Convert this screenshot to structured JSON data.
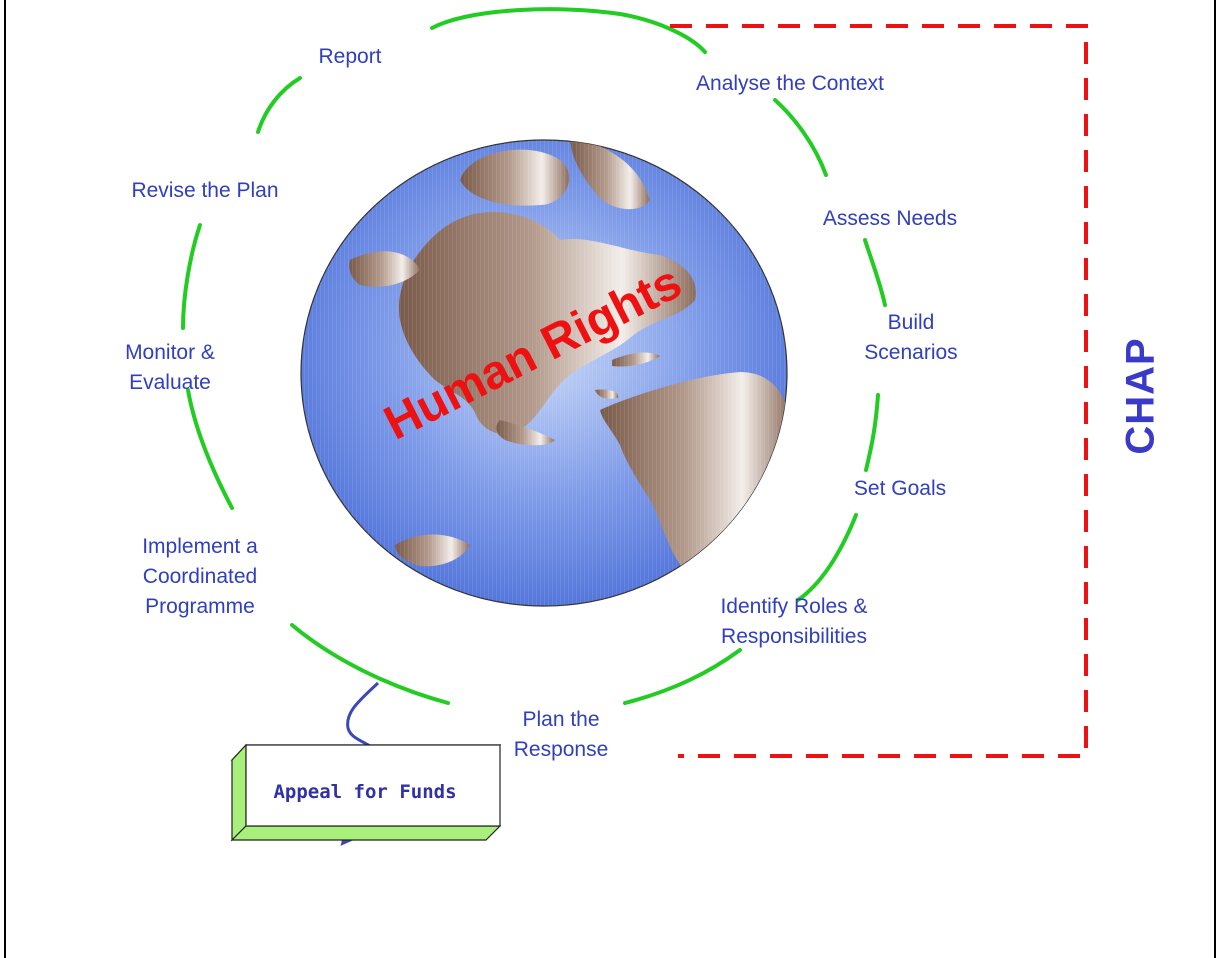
{
  "diagram": {
    "center_label": "Human Rights",
    "side_label": "CHAP",
    "cycle_steps": [
      {
        "lines": [
          "Report"
        ]
      },
      {
        "lines": [
          "Analyse the Context"
        ]
      },
      {
        "lines": [
          "Assess Needs"
        ]
      },
      {
        "lines": [
          "Build",
          "Scenarios"
        ]
      },
      {
        "lines": [
          "Set Goals"
        ]
      },
      {
        "lines": [
          "Identify Roles &",
          "Responsibilities"
        ]
      },
      {
        "lines": [
          "Plan the",
          "Response"
        ]
      },
      {
        "lines": [
          "Implement a",
          "Coordinated",
          "Programme"
        ]
      },
      {
        "lines": [
          "Monitor &",
          "Evaluate"
        ]
      },
      {
        "lines": [
          "Revise the Plan"
        ]
      }
    ],
    "output_box": "Appeal for Funds",
    "colors": {
      "cycle_arc": "#22cc22",
      "step_text": "#2f3fbf",
      "chap_border": "#ee1111",
      "center_label": "#ee1111",
      "ocean": "#5b7fe0",
      "land": "#9a7f6e",
      "box_side": "#a8f07a",
      "arrow": "#3a48b8"
    }
  }
}
